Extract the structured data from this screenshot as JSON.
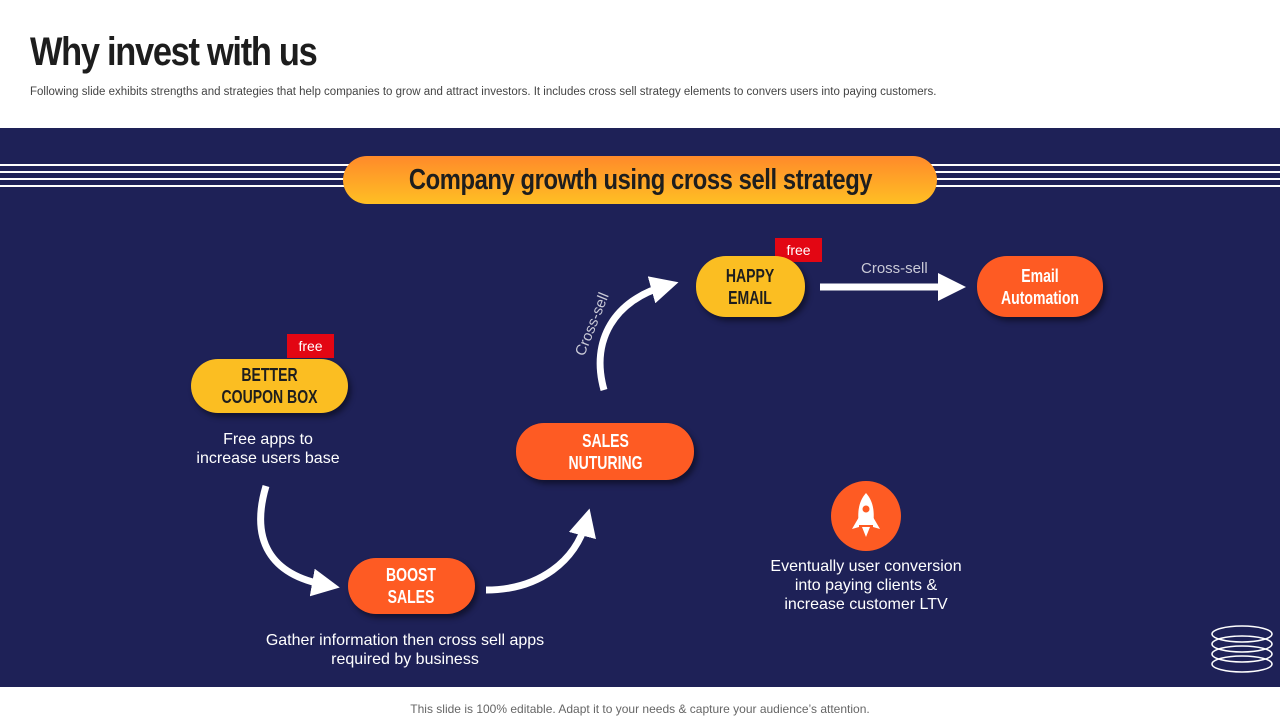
{
  "header": {
    "title": "Why invest with us",
    "subtitle": "Following slide exhibits strengths and strategies that help companies to grow and attract investors. It includes cross sell strategy elements to convers users into paying customers."
  },
  "banner": {
    "text": "Company growth using cross sell strategy"
  },
  "nodes": {
    "coupon": {
      "label": "BETTER\nCOUPON  BOX",
      "tag": "free",
      "caption": "Free apps to\nincrease users base"
    },
    "boost": {
      "label": "BOOST\nSALES",
      "caption": "Gather information then cross sell apps\nrequired by business"
    },
    "sales": {
      "label": "SALES\nNUTURING"
    },
    "happy": {
      "label": "HAPPY\nEMAIL",
      "tag": "free"
    },
    "email": {
      "label": "Email\nAutomation"
    }
  },
  "labels": {
    "cross_sell_curve": "Cross-sell",
    "cross_sell_straight": "Cross-sell"
  },
  "outcome": {
    "icon": "rocket-icon",
    "caption": "Eventually  user conversion\ninto paying clients &\nincrease customer LTV"
  },
  "footer": {
    "text": "This slide is 100% editable. Adapt it to your needs & capture your audience’s attention."
  },
  "colors": {
    "panel": "#1e2157",
    "yellow": "#fbbe22",
    "orange": "#fe5b23",
    "tag_red": "#e30613"
  }
}
